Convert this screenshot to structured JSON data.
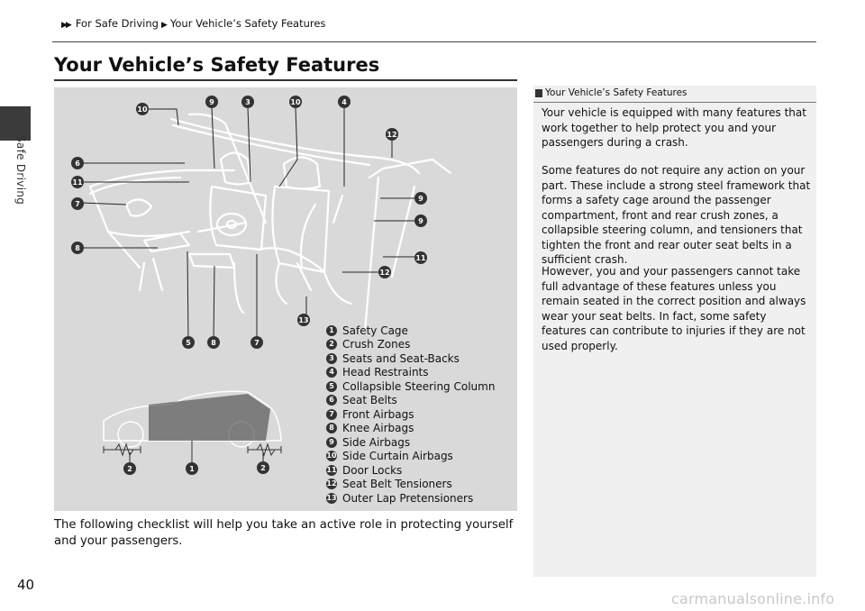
{
  "breadcrumb": {
    "item1": "For Safe Driving",
    "item2": "Your Vehicle’s Safety Features"
  },
  "side_tab": {
    "label": "Safe Driving"
  },
  "page": {
    "title": "Your Vehicle’s Safety Features",
    "number": "40"
  },
  "body_text": "The following checklist will help you take an active role in protecting yourself and your passengers.",
  "figure": {
    "legend": [
      {
        "num": "1",
        "label": "Safety Cage"
      },
      {
        "num": "2",
        "label": "Crush Zones"
      },
      {
        "num": "3",
        "label": "Seats and Seat-Backs"
      },
      {
        "num": "4",
        "label": "Head Restraints"
      },
      {
        "num": "5",
        "label": "Collapsible Steering Column"
      },
      {
        "num": "6",
        "label": "Seat Belts"
      },
      {
        "num": "7",
        "label": "Front Airbags"
      },
      {
        "num": "8",
        "label": "Knee Airbags"
      },
      {
        "num": "9",
        "label": "Side Airbags"
      },
      {
        "num": "10",
        "label": "Side Curtain Airbags"
      },
      {
        "num": "11",
        "label": "Door Locks"
      },
      {
        "num": "12",
        "label": "Seat Belt Tensioners"
      },
      {
        "num": "13",
        "label": "Outer Lap Pretensioners"
      }
    ],
    "callouts": {
      "c10a": "10",
      "c9a": "9",
      "c3": "3",
      "c10b": "10",
      "c4": "4",
      "c12a": "12",
      "c6": "6",
      "c11a": "11",
      "c7a": "7",
      "c8a": "8",
      "c9b": "9",
      "c9c": "9",
      "c11b": "11",
      "c12b": "12",
      "c13": "13",
      "c5": "5",
      "c8b": "8",
      "c7b": "7",
      "c2a": "2",
      "c1": "1",
      "c2b": "2"
    }
  },
  "note": {
    "heading": "Your Vehicle’s Safety Features",
    "p1": "Your vehicle is equipped with many features that work together to help protect you and your passengers during a crash.",
    "p2": "Some features do not require any action on your part. These include a strong steel framework that forms a safety cage around the passenger compartment, front and rear crush zones, a collapsible steering column, and tensioners that tighten the front and rear outer seat belts in a sufficient crash.",
    "p3": "However, you and your passengers cannot take full advantage of these features unless you remain seated in the correct position and always wear your seat belts. In fact, some safety features can contribute to injuries if they are not used properly."
  },
  "watermark": "carmanualsonline.info"
}
